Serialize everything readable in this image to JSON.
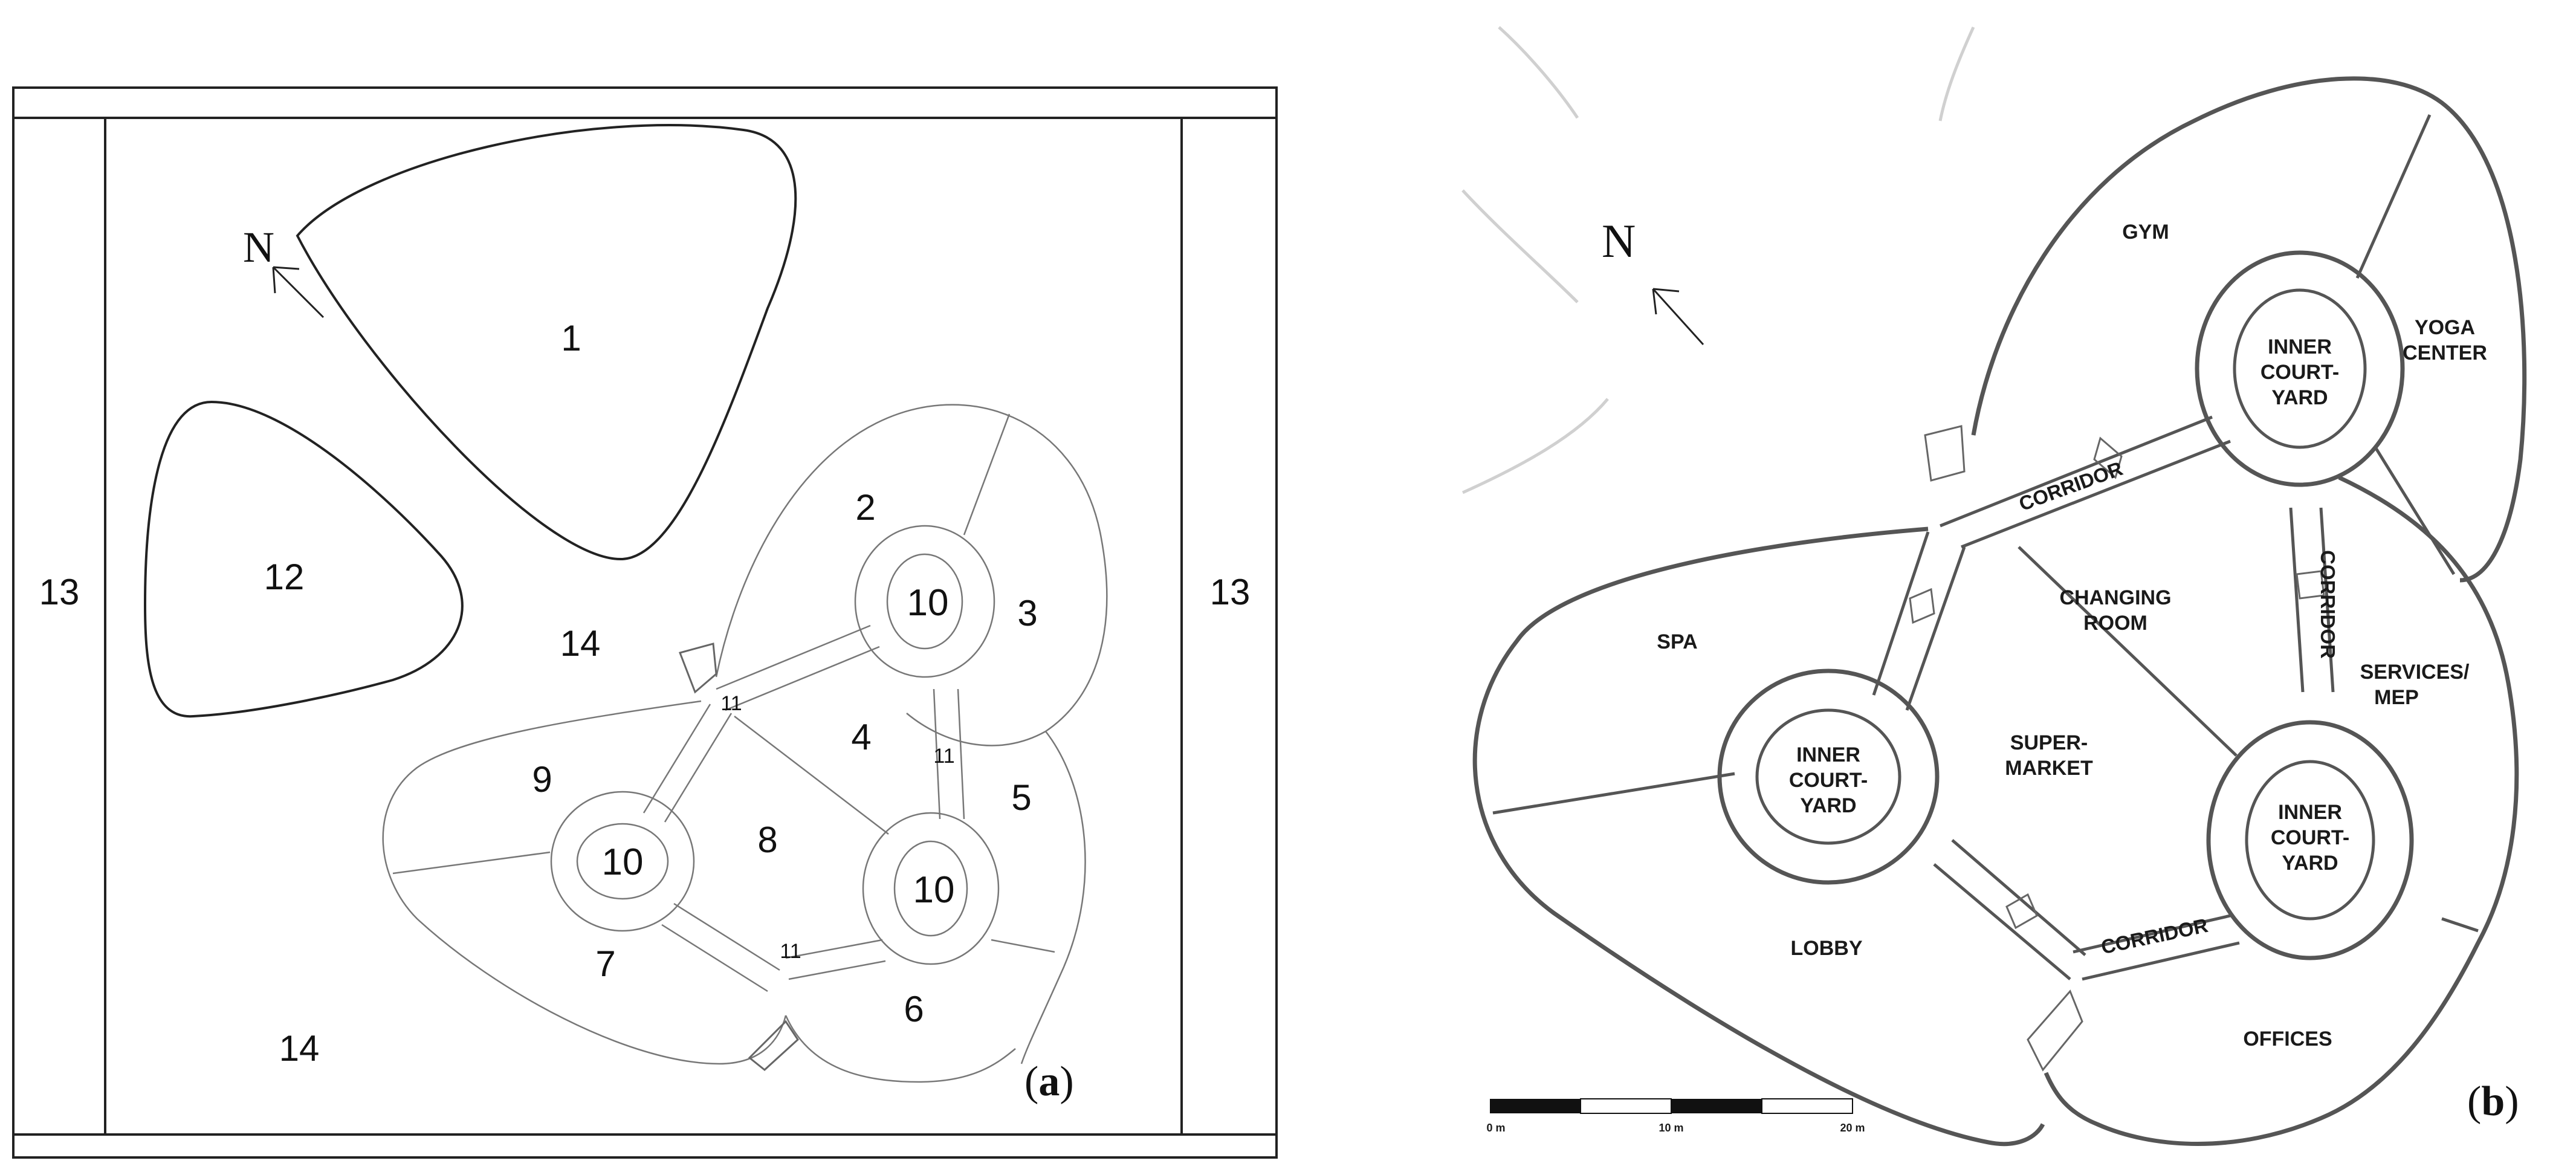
{
  "panel_a": {
    "caption_open": "(",
    "caption_letter": "a",
    "caption_close": ")",
    "north": "N",
    "labels": {
      "zone1": "1",
      "zone2": "2",
      "zone3": "3",
      "zone4": "4",
      "zone5": "5",
      "zone6": "6",
      "zone7": "7",
      "zone8": "8",
      "zone9": "9",
      "court_a": "10",
      "court_b": "10",
      "court_c": "10",
      "corridor_a": "11",
      "corridor_b": "11",
      "corridor_c": "11",
      "zone12": "12",
      "building_left": "13",
      "building_right": "13",
      "open_top": "14",
      "open_bottom": "14"
    }
  },
  "panel_b": {
    "caption_open": "(",
    "caption_letter": "b",
    "caption_close": ")",
    "north": "N",
    "rooms": {
      "gym": "GYM",
      "yoga_1": "YOGA",
      "yoga_2": "CENTER",
      "spa": "SPA",
      "changing_1": "CHANGING",
      "changing_2": "ROOM",
      "super_1": "SUPER-",
      "super_2": "MARKET",
      "services_1": "SERVICES/",
      "services_2": "MEP",
      "lobby": "LOBBY",
      "offices": "OFFICES"
    },
    "courtyard": {
      "line1": "INNER",
      "line2": "COURT-",
      "line3": "YARD"
    },
    "corridor": "CORRIDOR",
    "scale_bar": {
      "tick0": "0 m",
      "tick1": "10 m",
      "tick2": "20 m"
    }
  }
}
